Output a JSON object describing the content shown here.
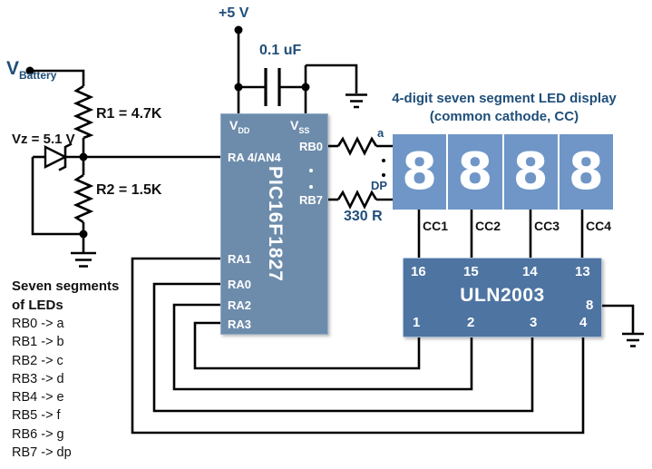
{
  "colors": {
    "label_blue": "#1F4E79",
    "pic_fill": "#6D8CAB",
    "display_fill": "#6F96C7",
    "uln_fill": "#4E74A2",
    "wire": "#000000"
  },
  "power": {
    "supply_label": "+5 V",
    "cap_label": "0.1 uF"
  },
  "battery": {
    "v_label": "V",
    "v_sub": "Battery",
    "r1_label": "R1 = 4.7K",
    "zener_label": "Vz = 5.1 V",
    "r2_label": "R2 = 1.5K"
  },
  "pic": {
    "name": "PIC16F1827",
    "pin_vdd": "V",
    "pin_vdd_sub": "DD",
    "pin_vss": "V",
    "pin_vss_sub": "SS",
    "pin_ra4": "RA 4/AN4",
    "pin_rb0": "RB0",
    "pin_rb7": "RB7",
    "pin_ra1": "RA1",
    "pin_ra0": "RA0",
    "pin_ra2": "RA2",
    "pin_ra3": "RA3"
  },
  "segment_bus": {
    "a_label": "a",
    "dp_label": "DP",
    "resistor_label": "330 R"
  },
  "display": {
    "title_line1": "4-digit seven segment LED display",
    "title_line2": "(common cathode, CC)",
    "digits": [
      "8",
      "8",
      "8",
      "8"
    ],
    "cc_labels": [
      "CC1",
      "CC2",
      "CC3",
      "CC4"
    ]
  },
  "uln": {
    "name": "ULN2003",
    "top_pins": [
      "16",
      "15",
      "14",
      "13"
    ],
    "bottom_pins": [
      "1",
      "2",
      "3",
      "4"
    ],
    "right_pin": "8"
  },
  "legend": {
    "title_line1": "Seven segments",
    "title_line2": "of LEDs",
    "items": [
      "RB0 -> a",
      "RB1 -> b",
      "RB2 -> c",
      "RB3 -> d",
      "RB4 -> e",
      "RB5 -> f",
      "RB6 -> g",
      "RB7 -> dp"
    ]
  }
}
